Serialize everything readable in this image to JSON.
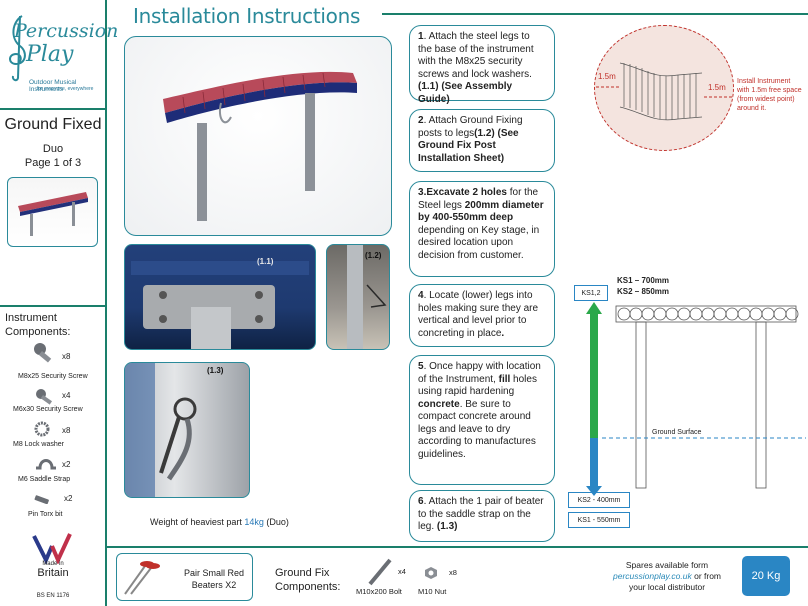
{
  "brand": {
    "logo_line1": "Percussion",
    "logo_line2": "Play",
    "tagline": "Outdoor Musical Instruments",
    "tagline_sub": "for everyone, everywhere"
  },
  "sidebar": {
    "heading": "Ground Fixed",
    "model": "Duo",
    "page": "Page 1 of 3",
    "components_title": "Instrument Components:",
    "components": [
      {
        "count": "x8",
        "label": "M8x25 Security Screw",
        "icon": "security-screw-icon"
      },
      {
        "count": "x4",
        "label": "M6x30 Security Screw",
        "icon": "security-screw-icon"
      },
      {
        "count": "x8",
        "label": "M8 Lock washer",
        "icon": "lock-washer-icon"
      },
      {
        "count": "x2",
        "label": "M6 Saddle Strap",
        "icon": "saddle-strap-icon"
      },
      {
        "count": "x2",
        "label": "Pin Torx bit",
        "icon": "torx-bit-icon"
      }
    ],
    "made_in": "Made in",
    "britain": "Britain",
    "standard": "BS EN 1176"
  },
  "page_title": "Installation Instructions",
  "photos": {
    "p11": "(1.1)",
    "p12": "(1.2)",
    "p13": "(1.3)"
  },
  "weight_note": {
    "prefix": "Weight of heaviest part ",
    "value": "14kg",
    "suffix": " (Duo)"
  },
  "steps": [
    {
      "num": "1",
      "parts": [
        {
          "t": ". Attach the steel legs to the base of the instrument with the M8x25 security screws and lock washers. ",
          "b": false
        },
        {
          "t": "(1.1) (See Assembly Guide)",
          "b": true
        }
      ]
    },
    {
      "num": "2",
      "parts": [
        {
          "t": ". Attach Ground Fixing posts to legs",
          "b": false
        },
        {
          "t": "(1.2) (See Ground Fix Post Installation Sheet)",
          "b": true
        }
      ]
    },
    {
      "num": "3",
      "parts": [
        {
          "t": ".Excavate 2 holes",
          "b": true
        },
        {
          "t": " for the Steel legs ",
          "b": false
        },
        {
          "t": "200mm diameter by 400-550mm deep",
          "b": true
        },
        {
          "t": " depending on Key stage, in desired location upon decision from customer.",
          "b": false
        }
      ]
    },
    {
      "num": "4",
      "parts": [
        {
          "t": ". Locate (lower) legs into holes making sure they are vertical and level prior to concreting in place",
          "b": false
        },
        {
          "t": ".",
          "b": true
        }
      ]
    },
    {
      "num": "5",
      "parts": [
        {
          "t": ". Once happy with location of the Instrument, ",
          "b": false
        },
        {
          "t": "fill",
          "b": true
        },
        {
          "t": " holes using rapid hardening ",
          "b": false
        },
        {
          "t": "concrete",
          "b": true
        },
        {
          "t": ". Be sure to compact concrete around legs and leave to dry according to manufactures guidelines.",
          "b": false
        }
      ]
    },
    {
      "num": "6",
      "parts": [
        {
          "t": ". Attach the 1 pair of beater to the saddle strap on the leg. ",
          "b": false
        },
        {
          "t": "(1.3)",
          "b": true
        }
      ]
    }
  ],
  "clearance": {
    "left_dim": "1.5m",
    "right_dim": "1.5m",
    "note": "Install Instrument with 1.5m free space (from widest point) around it."
  },
  "depth_diagram": {
    "ks1_top": "KS1 – 700mm",
    "ks2_top": "KS2 – 850mm",
    "ks12": "KS1,2",
    "ground": "Ground Surface",
    "ks2_depth": "KS2 - 400mm",
    "ks1_depth": "KS1 - 550mm"
  },
  "footer": {
    "beaters": "Pair Small Red Beaters X2",
    "gf_title": "Ground Fix Components:",
    "bolt_count": "x4",
    "bolt_label": "M10x200 Bolt",
    "nut_count": "x8",
    "nut_label": "M10 Nut",
    "spares_line1": "Spares available form",
    "spares_link": "percussionplay.co.uk",
    "spares_line2": " or from your local distributor",
    "weight": "20 Kg"
  },
  "colors": {
    "teal": "#1a7f6b",
    "accent": "#2a8a9a",
    "red": "#c0302a",
    "green": "#2aa84a",
    "blue": "#2a86c4"
  }
}
